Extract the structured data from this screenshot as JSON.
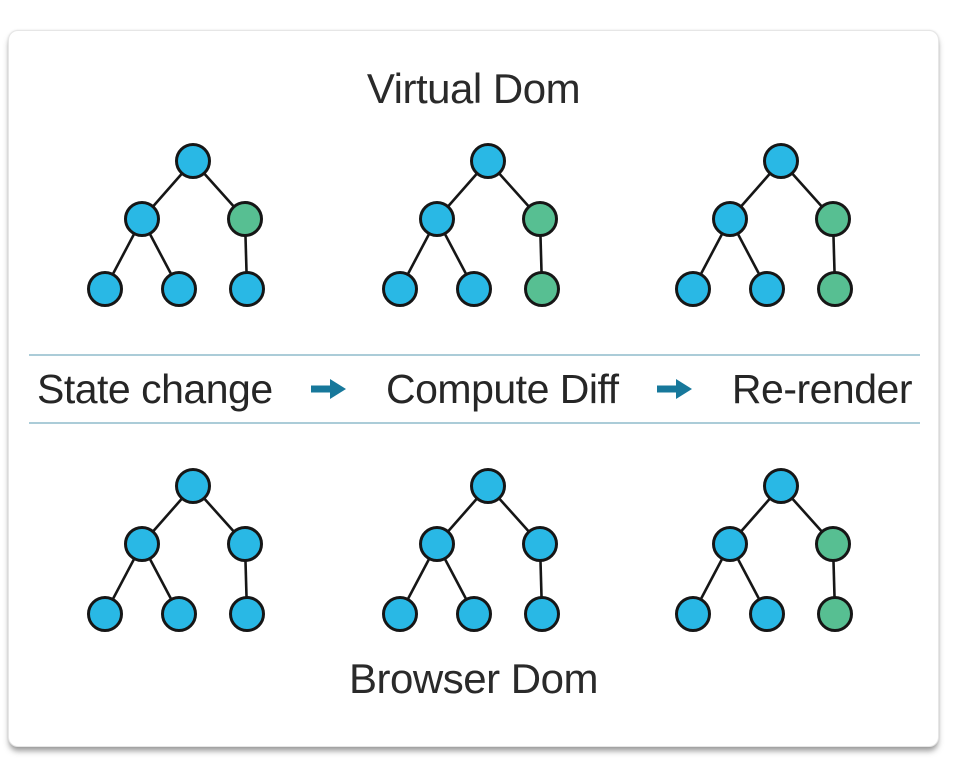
{
  "virtual_dom": {
    "title": "Virtual Dom",
    "trees": [
      {
        "root": "#29b8e5",
        "left": "#29b8e5",
        "right": "#57bf92",
        "leaf1": "#29b8e5",
        "leaf2": "#29b8e5",
        "leaf3": "#29b8e5"
      },
      {
        "root": "#29b8e5",
        "left": "#29b8e5",
        "right": "#57bf92",
        "leaf1": "#29b8e5",
        "leaf2": "#29b8e5",
        "leaf3": "#57bf92"
      },
      {
        "root": "#29b8e5",
        "left": "#29b8e5",
        "right": "#57bf92",
        "leaf1": "#29b8e5",
        "leaf2": "#29b8e5",
        "leaf3": "#57bf92"
      }
    ]
  },
  "browser_dom": {
    "title": "Browser Dom",
    "trees": [
      {
        "root": "#29b8e5",
        "left": "#29b8e5",
        "right": "#29b8e5",
        "leaf1": "#29b8e5",
        "leaf2": "#29b8e5",
        "leaf3": "#29b8e5"
      },
      {
        "root": "#29b8e5",
        "left": "#29b8e5",
        "right": "#29b8e5",
        "leaf1": "#29b8e5",
        "leaf2": "#29b8e5",
        "leaf3": "#29b8e5"
      },
      {
        "root": "#29b8e5",
        "left": "#29b8e5",
        "right": "#57bf92",
        "leaf1": "#29b8e5",
        "leaf2": "#29b8e5",
        "leaf3": "#57bf92"
      }
    ]
  },
  "pipeline": {
    "step1": "State change",
    "step2": "Compute Diff",
    "step3": "Re-render",
    "arrow_color": "#17789b",
    "divider_color": "#abccd8"
  },
  "node_colors": {
    "blue": "#29b8e5",
    "green": "#57bf92",
    "outline": "#161616"
  }
}
